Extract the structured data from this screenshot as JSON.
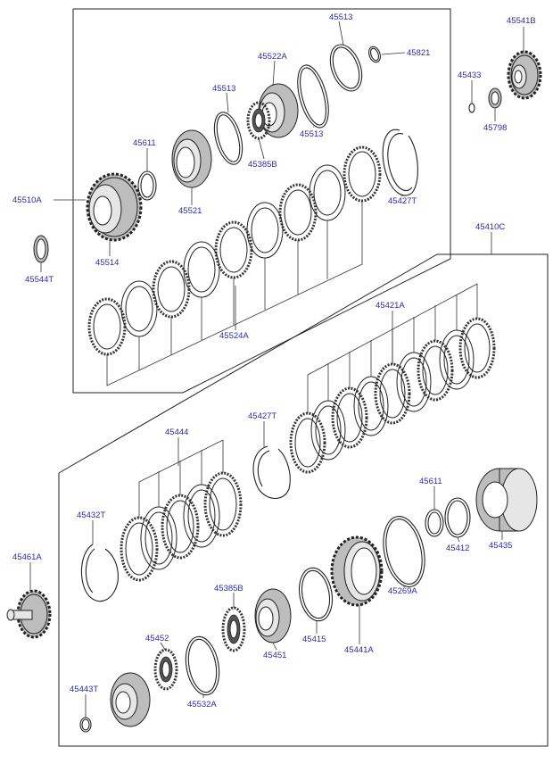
{
  "labels": [
    {
      "text": "45513"
    },
    {
      "text": "45821"
    },
    {
      "text": "45541B"
    },
    {
      "text": "45522A"
    },
    {
      "text": "45433"
    },
    {
      "text": "45513"
    },
    {
      "text": "45798"
    },
    {
      "text": "45513"
    },
    {
      "text": "45611"
    },
    {
      "text": "45385B"
    },
    {
      "text": "45510A"
    },
    {
      "text": "45427T"
    },
    {
      "text": "45521"
    },
    {
      "text": "45410C"
    },
    {
      "text": "45544T"
    },
    {
      "text": "45514"
    },
    {
      "text": "45421A"
    },
    {
      "text": "45524A"
    },
    {
      "text": "45427T"
    },
    {
      "text": "45444"
    },
    {
      "text": "45611"
    },
    {
      "text": "45432T"
    },
    {
      "text": "45412"
    },
    {
      "text": "45435"
    },
    {
      "text": "45461A"
    },
    {
      "text": "45269A"
    },
    {
      "text": "45385B"
    },
    {
      "text": "45452"
    },
    {
      "text": "45415"
    },
    {
      "text": "45441A"
    },
    {
      "text": "45451"
    },
    {
      "text": "45443T"
    },
    {
      "text": "45532A"
    }
  ]
}
